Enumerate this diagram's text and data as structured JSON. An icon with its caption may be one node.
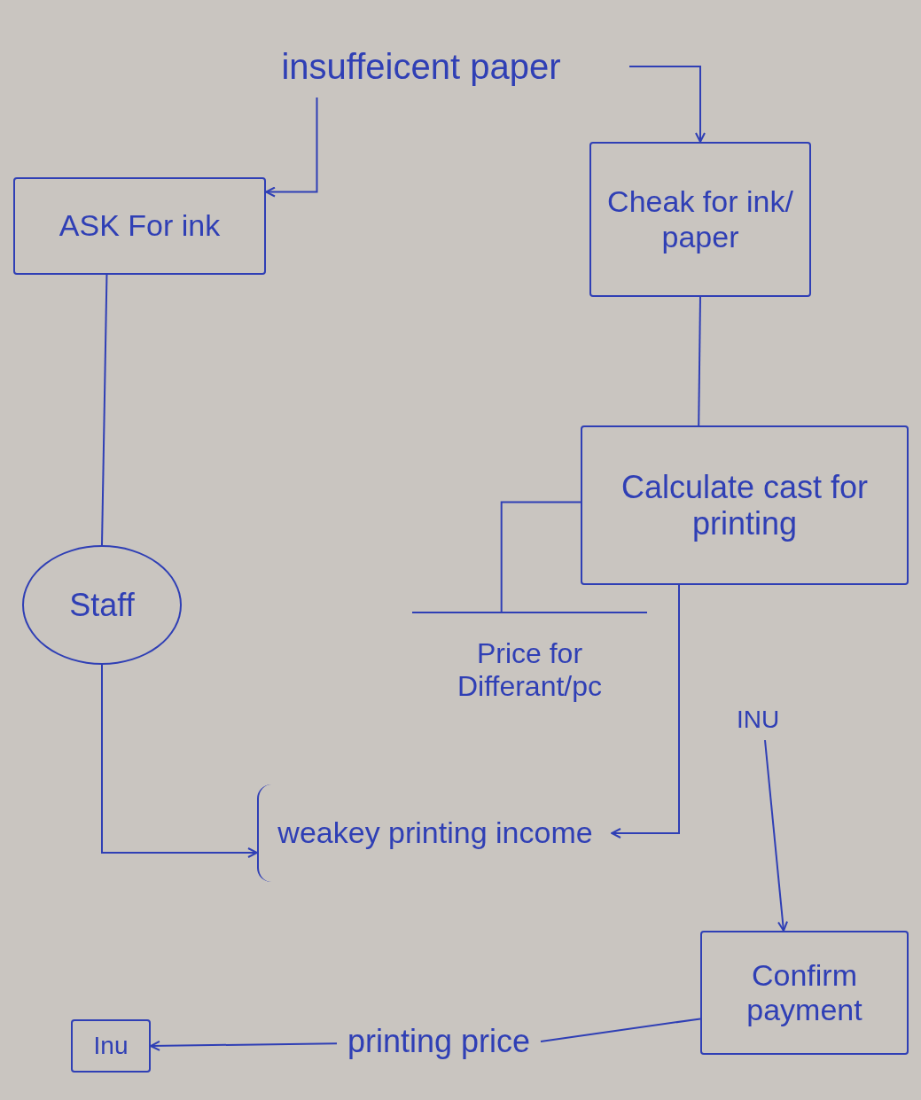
{
  "diagram": {
    "nodes": [
      {
        "text": [
          "insuffeicent paper"
        ]
      },
      {
        "text": [
          "ASK For ink"
        ]
      },
      {
        "text": [
          "Cheak for ink/ paper"
        ]
      },
      {
        "text": [
          "Staff"
        ]
      },
      {
        "text": [
          "Calculate cast for printing"
        ]
      },
      {
        "text": [
          "Price for Differant/pc"
        ]
      },
      {
        "text": [
          "weakey printing income"
        ]
      },
      {
        "text": [
          "INU"
        ]
      },
      {
        "text": [
          "Confirm payment"
        ]
      },
      {
        "text": [
          "Inu"
        ]
      },
      {
        "text": [
          "printing price"
        ]
      }
    ],
    "edges": [
      {
        "from": 0,
        "to": 1,
        "arrow": "to"
      },
      {
        "from": 0,
        "to": 2,
        "arrow": "to"
      },
      {
        "from": 1,
        "to": 3,
        "arrow": "none"
      },
      {
        "from": 2,
        "to": 4,
        "arrow": "none"
      },
      {
        "from": 4,
        "to": 5,
        "arrow": "none"
      },
      {
        "from": 3,
        "to": 6,
        "arrow": "to"
      },
      {
        "from": 4,
        "to": 6,
        "arrow": "to"
      },
      {
        "from": 7,
        "to": 8,
        "arrow": "to"
      },
      {
        "from": 8,
        "to": 10,
        "arrow": "none"
      },
      {
        "from": 10,
        "to": 9,
        "arrow": "to"
      }
    ]
  }
}
